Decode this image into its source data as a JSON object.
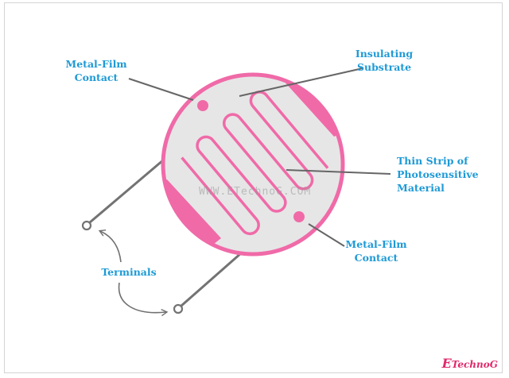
{
  "labels": {
    "metal_film_contact_top": "Metal-Film\nContact",
    "insulating_substrate": "Insulating\nSubstrate",
    "thin_strip": "Thin Strip of\nPhotosensitive\nMaterial",
    "metal_film_contact_bottom": "Metal-Film\nContact",
    "terminals": "Terminals"
  },
  "watermark": "WWW.ETechnoG.COM",
  "brand": {
    "first_letter": "E",
    "rest": "TechnoG"
  },
  "colors": {
    "label_text": "#1e9ad6",
    "pink": "#f06aa8",
    "substrate_fill": "#e6e6e6",
    "lead_gray": "#707070",
    "pointer_gray": "#666666",
    "brand": "#e0296b"
  }
}
